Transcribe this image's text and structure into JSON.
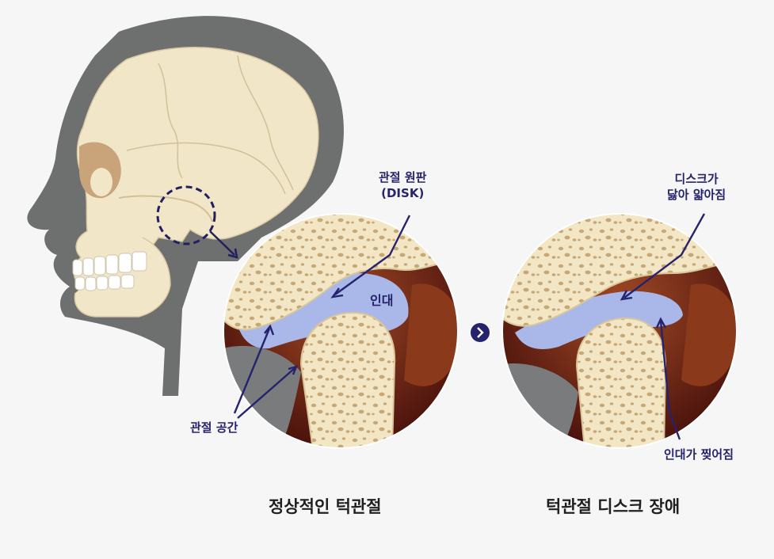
{
  "labels": {
    "disk": "관절 원판",
    "disk_en": "(DISK)",
    "ligament": "인대",
    "joint_space": "관절 공간",
    "worn_disk_1": "디스크가",
    "worn_disk_2": "닳아 얇아짐",
    "torn_ligament": "인대가 찢어짐"
  },
  "captions": {
    "normal": "정상적인 턱관절",
    "disorder": "턱관절 디스크 장애"
  },
  "colors": {
    "background": "#f6f6f6",
    "head_silhouette": "#6e6f6f",
    "bone": "#f3e6c4",
    "disk": "#a9b8e8",
    "label": "#26236e",
    "tissue": "#5a1a12"
  },
  "icons": {
    "progress": "chevron-right-icon"
  }
}
